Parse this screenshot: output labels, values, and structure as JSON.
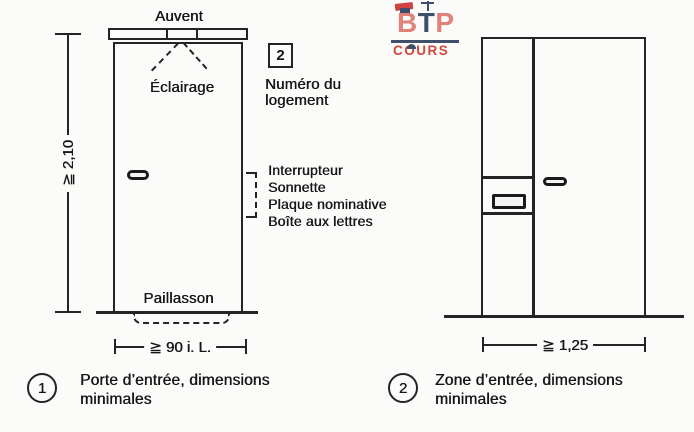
{
  "logo": {
    "letter_b": "B",
    "letter_t": "T",
    "letter_p": "P",
    "cours": "COURS"
  },
  "left_diagram": {
    "auvent_label": "Auvent",
    "eclairage_label": "Éclairage",
    "height_dimension": "≧ 2,10",
    "door_number": "2",
    "door_number_caption_line1": "Numéro du",
    "door_number_caption_line2": "logement",
    "equipment_labels": [
      "Interrupteur",
      "Sonnette",
      "Plaque nominative",
      "Boîte aux lettres"
    ],
    "paillasson_label": "Paillasson",
    "width_dimension": "≧ 90 i. L."
  },
  "right_diagram": {
    "width_dimension": "≧ 1,25"
  },
  "captions": [
    {
      "number": "1",
      "line1": "Porte d’entrée, dimensions",
      "line2": "minimales"
    },
    {
      "number": "2",
      "line1": "Zone d’entrée, dimensions",
      "line2": "minimales"
    }
  ],
  "colors": {
    "line": "#242424",
    "logo_coral": "#e0827a",
    "logo_navy": "#3f4f6b",
    "logo_red": "#d6453c",
    "background": "#fbfbfa"
  }
}
